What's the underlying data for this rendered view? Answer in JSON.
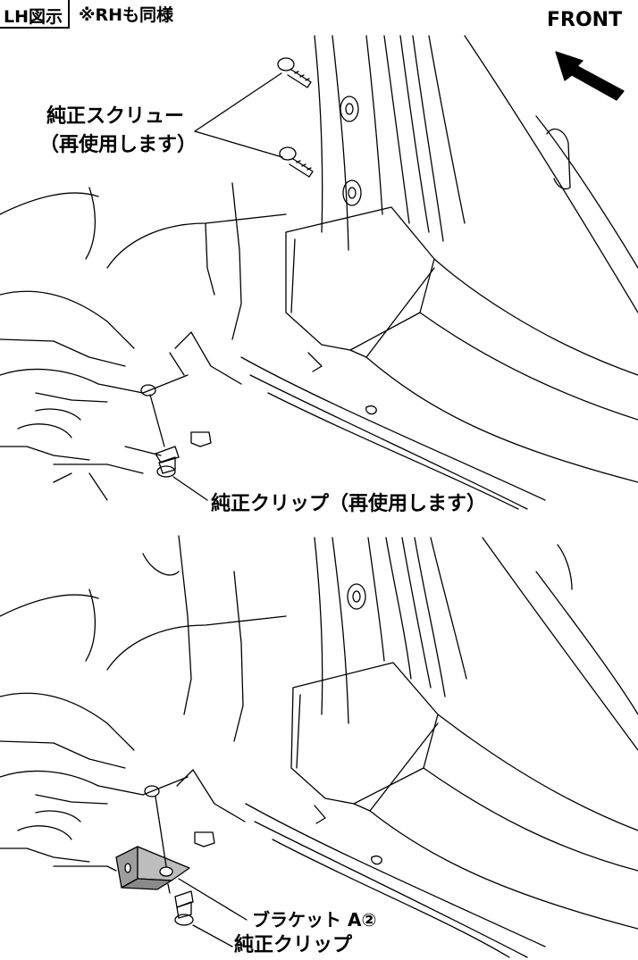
{
  "header": {
    "view_label": "LH図示",
    "note": "※RHも同様",
    "front_label": "FRONT"
  },
  "callouts": {
    "screw_line1": "純正スクリュー",
    "screw_line2": "（再使用します）",
    "clip_reuse": "純正クリップ（再使用します）",
    "bracket": "ブラケット A②",
    "clip": "純正クリップ"
  },
  "icons": {
    "front_arrow": "front-arrow-icon"
  }
}
